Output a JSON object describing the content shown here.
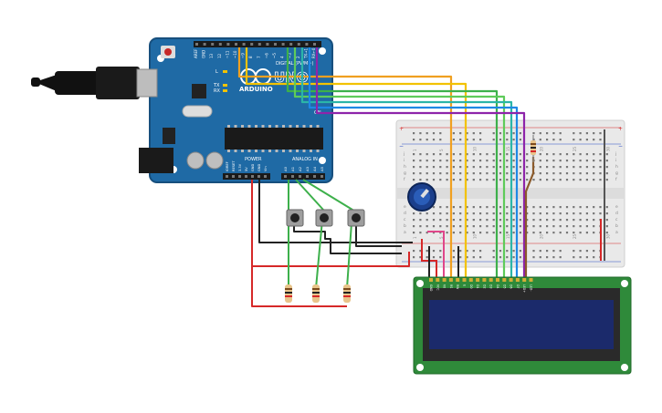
{
  "arduino": {
    "brand": "ARDUINO",
    "model": "UNO",
    "header_digital": "DIGITAL (PWM~)",
    "header_power": "POWER",
    "header_analog": "ANALOG IN",
    "digital_pins": [
      "AREF",
      "GND",
      "13",
      "12",
      "~11",
      "~10",
      "~9",
      "8",
      "7",
      "~6",
      "~5",
      "4",
      "~3",
      "2",
      "TX→1",
      "RX←0"
    ],
    "power_pins": [
      "IOREF",
      "RESET",
      "3.3V",
      "5V",
      "GND",
      "GND",
      "Vin"
    ],
    "analog_pins": [
      "A0",
      "A1",
      "A2",
      "A3",
      "A4",
      "A5"
    ],
    "led_labels": [
      "L",
      "TX",
      "RX"
    ],
    "on_label": "ON"
  },
  "breadboard": {
    "row_letters_top": [
      "j",
      "i",
      "h",
      "g",
      "f"
    ],
    "row_letters_bottom": [
      "e",
      "d",
      "c",
      "b",
      "a"
    ],
    "column_numbers": [
      "1",
      "5",
      "10",
      "15",
      "20",
      "25",
      "30"
    ],
    "rail_plus": "+",
    "rail_minus": "−"
  },
  "lcd": {
    "pin_labels": [
      "GND",
      "VCC",
      "V0",
      "RS",
      "RW",
      "E",
      "D0",
      "D1",
      "D2",
      "D3",
      "D4",
      "D5",
      "D6",
      "D7",
      "LED+",
      "LED-"
    ]
  },
  "colors": {
    "arduino_board": "#1f6aa5",
    "wire_orange": "#f0a020",
    "wire_yellow": "#f2c200",
    "wire_green": "#3db04b",
    "wire_teal": "#2bb5a8",
    "wire_blue": "#1e88e5",
    "wire_purple": "#8e24aa",
    "wire_red": "#d62828",
    "wire_black": "#222222",
    "wire_brown": "#8b5a2b",
    "wire_pink": "#e0468a",
    "lcd_pcb": "#2f8a3a",
    "lcd_screen": "#1b2a6b"
  }
}
